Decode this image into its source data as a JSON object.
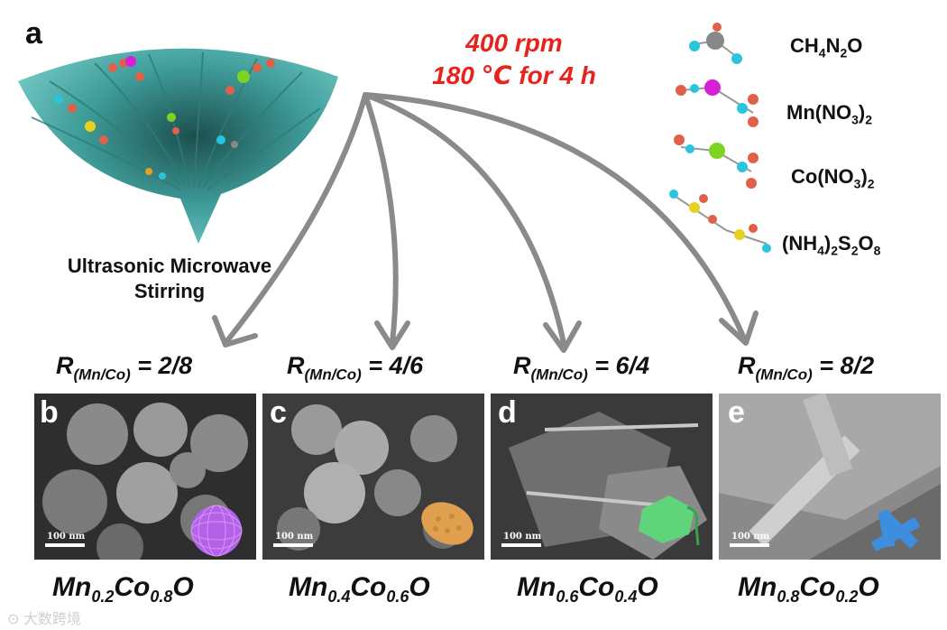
{
  "panel_a": {
    "letter": "a",
    "conditions": [
      "400 rpm",
      "180 ℃ for 4 h"
    ],
    "funnel_caption": [
      "Ultrasonic Microwave",
      "Stirring"
    ],
    "reagents": [
      {
        "pre": "CH",
        "s1": "4",
        "mid": "N",
        "s2": "2",
        "post": "O",
        "s3": "",
        "tail": ""
      },
      {
        "pre": "Mn(NO",
        "s1": "3",
        "mid": ")",
        "s2": "2",
        "post": "",
        "s3": "",
        "tail": ""
      },
      {
        "pre": "Co(NO",
        "s1": "3",
        "mid": ")",
        "s2": "2",
        "post": "",
        "s3": "",
        "tail": ""
      },
      {
        "pre": "(NH",
        "s1": "4",
        "mid": ")",
        "s2": "2",
        "post": "S",
        "s3": "2",
        "tail": "O"
      }
    ],
    "reagent_last_sub": "8",
    "colors": {
      "mn_atom": "#d61fd6",
      "co_atom": "#7ed321",
      "s_atom": "#e6d21e",
      "n_atom": "#2bc4dc",
      "o_atom": "#e0604a",
      "funnel": "#3e9c9a"
    }
  },
  "panels": [
    {
      "letter": "b",
      "ratio_value": "= 2/8",
      "mn": "0.2",
      "co": "0.8",
      "scale": "100 nm",
      "model_color": "#b560e8",
      "model": "sphere-icon"
    },
    {
      "letter": "c",
      "ratio_value": "= 4/6",
      "mn": "0.4",
      "co": "0.6",
      "scale": "100 nm",
      "model_color": "#e0a050",
      "model": "cluster-icon"
    },
    {
      "letter": "d",
      "ratio_value": "= 6/4",
      "mn": "0.6",
      "co": "0.4",
      "scale": "100 nm",
      "model_color": "#5fd47a",
      "model": "hexagon-plate-icon"
    },
    {
      "letter": "e",
      "ratio_value": "= 8/2",
      "mn": "0.8",
      "co": "0.2",
      "scale": "100 nm",
      "model_color": "#3e8ee0",
      "model": "rods-icon"
    }
  ],
  "ratio_label": {
    "r": "R",
    "sub": "(Mn/Co)"
  },
  "composition_label": {
    "mn": "Mn",
    "co": "Co",
    "o": "O"
  },
  "watermark": "大数跨境"
}
